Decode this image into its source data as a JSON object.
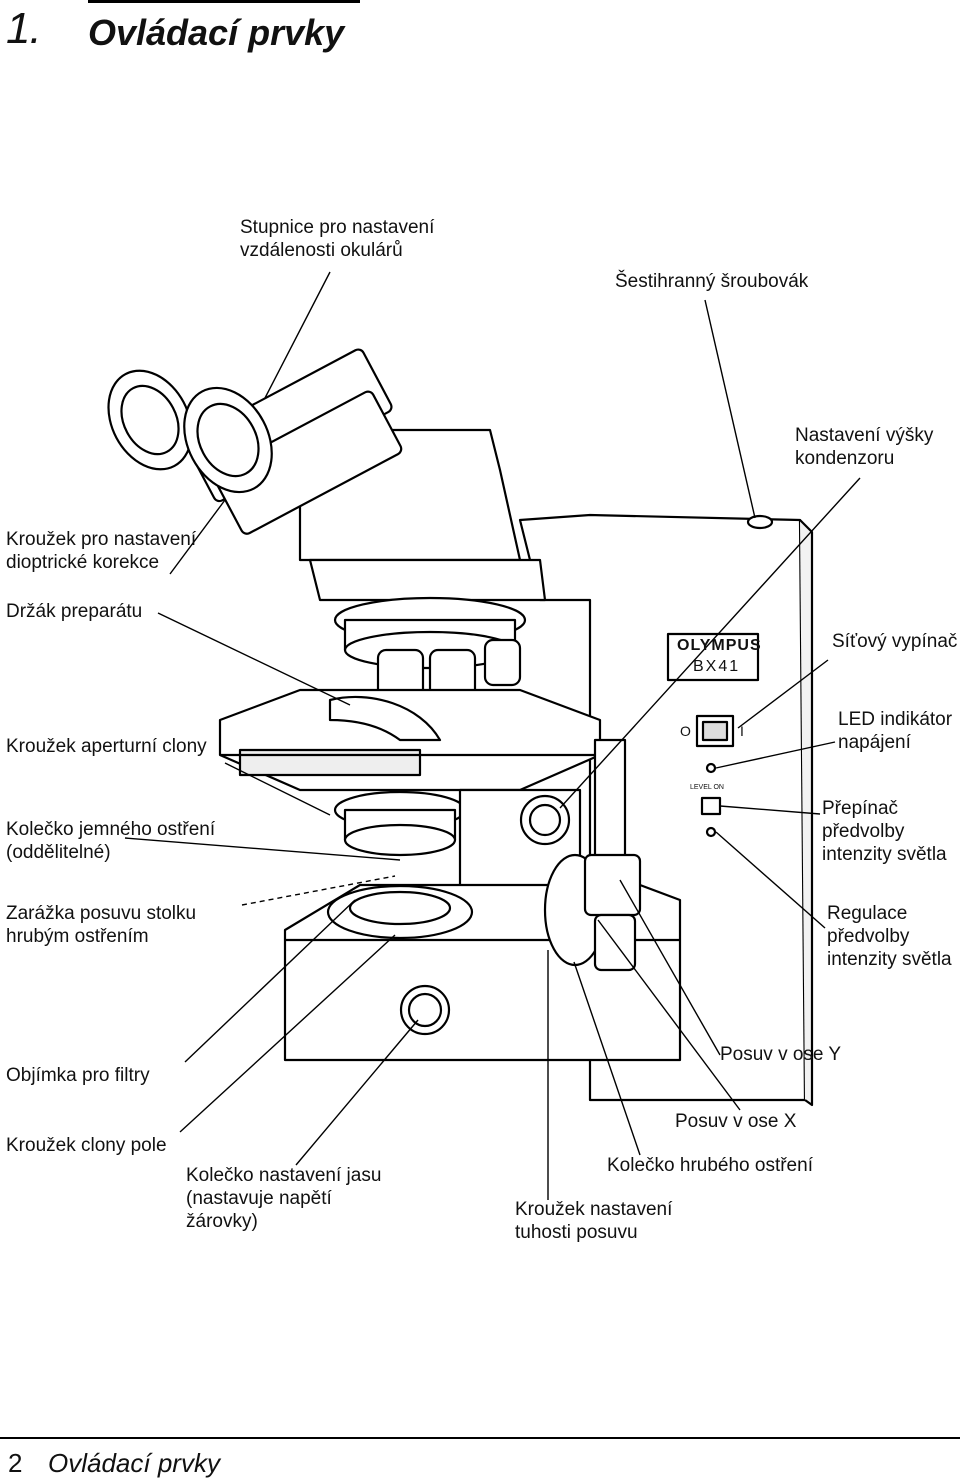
{
  "header": {
    "number": "1.",
    "title": "Ovládací prvky"
  },
  "brand": {
    "logo": "OLYMPUS",
    "model": "BX41",
    "power_off": "O",
    "power_on": "I",
    "preset_mark": "LEVEL ON"
  },
  "labels": {
    "eyepiece_scale": [
      "Stupnice pro nastavení",
      "vzdálenosti okulárů"
    ],
    "hex_driver": "Šestihranný šroubovák",
    "condenser_height": [
      "Nastavení výšky",
      "kondenzoru"
    ],
    "diopter_ring": [
      "Kroužek pro nastavení",
      "dioptrické korekce"
    ],
    "specimen_holder": "Držák preparátu",
    "main_switch": "Síťový vypínač",
    "power_led": [
      "LED indikátor",
      "napájení"
    ],
    "aperture_ring": "Kroužek aperturní clony",
    "fine_focus": [
      "Kolečko jemného ostření",
      "(oddělitelné)"
    ],
    "preset_switch": [
      "Přepínač",
      "předvolby",
      "intenzity světla"
    ],
    "coarse_stop": [
      "Zarážka posuvu stolku",
      "hrubým ostřením"
    ],
    "preset_control": [
      "Regulace",
      "předvolby",
      "intenzity světla"
    ],
    "filter_holder": "Objímka pro filtry",
    "y_axis": "Posuv v ose Y",
    "field_ring": "Kroužek clony pole",
    "x_axis": "Posuv v ose X",
    "brightness": [
      "Kolečko nastavení jasu",
      "(nastavuje napětí",
      "žárovky)"
    ],
    "coarse_focus": "Kolečko hrubého ostření",
    "tension_ring": [
      "Kroužek nastavení",
      "tuhosti posuvu"
    ]
  },
  "footer": {
    "page": "2",
    "title": "Ovládací prvky"
  }
}
